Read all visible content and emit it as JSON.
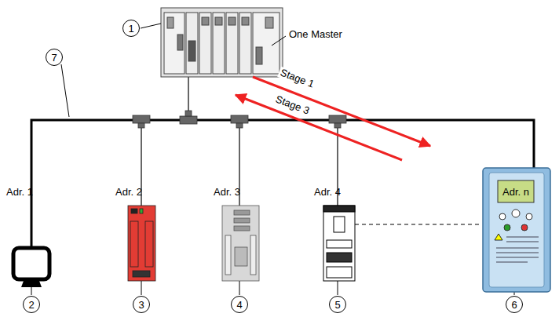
{
  "diagram": {
    "nodes": [
      {
        "text": [
          "1"
        ]
      },
      {
        "text": [
          "7"
        ]
      },
      {
        "text": [
          "2"
        ]
      },
      {
        "text": [
          "3"
        ]
      },
      {
        "text": [
          "4"
        ]
      },
      {
        "text": [
          "5"
        ]
      },
      {
        "text": [
          "6"
        ]
      }
    ],
    "labels": [
      "One Master",
      "Stage 1",
      "Stage 3",
      "Adr. 1",
      "Adr. 2",
      "Adr. 3",
      "Adr. 4",
      "Adr. n"
    ]
  }
}
